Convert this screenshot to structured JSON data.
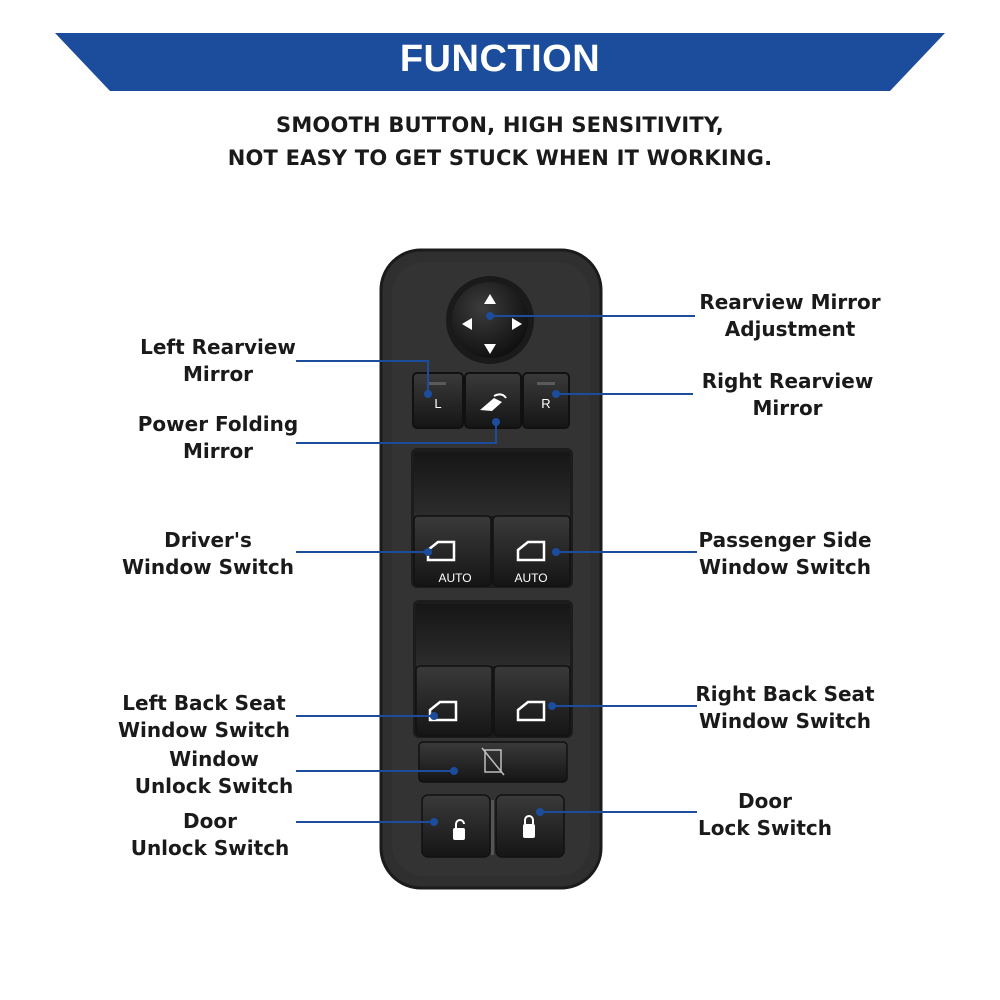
{
  "header": {
    "title": "FUNCTION",
    "subtitle_line1": "SMOOTH BUTTON, HIGH SENSITIVITY,",
    "subtitle_line2": "NOT EASY TO GET STUCK WHEN IT WORKING."
  },
  "colors": {
    "banner": "#1c4c9c",
    "leader": "#1c4c9c",
    "panel": "#2e2e2e",
    "button": "#1e1e1e"
  },
  "labels": {
    "rearview_adjust": {
      "line1": "Rearview Mirror",
      "line2": "Adjustment"
    },
    "left_rearview": {
      "line1": "Left Rearview",
      "line2": "Mirror"
    },
    "right_rearview": {
      "line1": "Right  Rearview",
      "line2": "Mirror"
    },
    "power_folding": {
      "line1": "Power Folding",
      "line2": "Mirror"
    },
    "driver_window": {
      "line1": "Driver's",
      "line2": "Window Switch"
    },
    "passenger_window": {
      "line1": "Passenger Side",
      "line2": "Window Switch"
    },
    "left_back_window": {
      "line1": "Left Back Seat",
      "line2": "Window Switch"
    },
    "right_back_window": {
      "line1": "Right Back Seat",
      "line2": "Window Switch"
    },
    "window_unlock": {
      "line1": "Window",
      "line2": "Unlock Switch"
    },
    "door_unlock": {
      "line1": "Door",
      "line2": "Unlock Switch"
    },
    "door_lock": {
      "line1": "Door",
      "line2": "Lock Switch"
    }
  },
  "buttons": {
    "left_mirror": "L",
    "right_mirror": "R",
    "auto_left": "AUTO",
    "auto_right": "AUTO"
  },
  "icons": [
    "arrow-up-icon",
    "arrow-down-icon",
    "arrow-left-icon",
    "arrow-right-icon",
    "mirror-fold-icon",
    "window-icon",
    "window-lock-icon",
    "unlock-icon",
    "lock-icon"
  ]
}
